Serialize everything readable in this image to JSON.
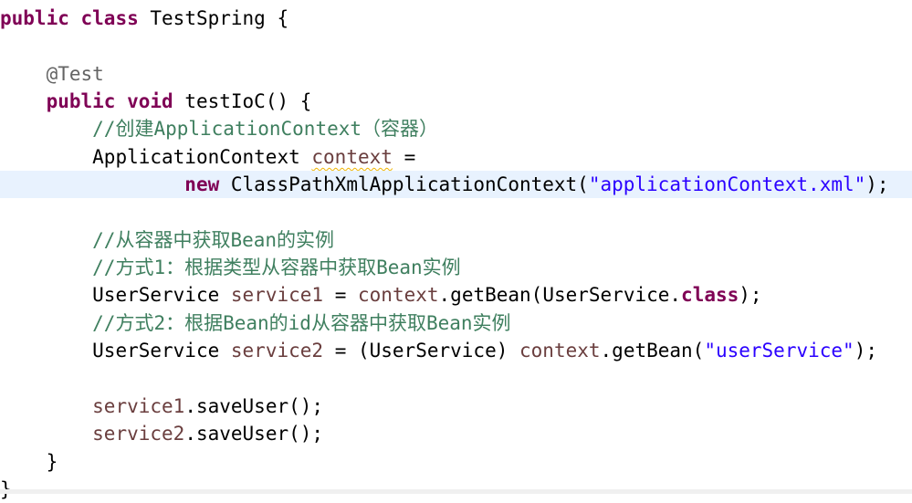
{
  "editor": {
    "language": "java",
    "highlighted_line_index": 6,
    "colors": {
      "keyword": "#7f0055",
      "annotation": "#646464",
      "comment": "#3f7f5f",
      "string": "#2a00ff",
      "local_variable": "#6a3e3e",
      "plain": "#000000",
      "current_line_bg": "#e8f2fe",
      "warning_underline": "#f0b400"
    },
    "lines": [
      {
        "kw1": "public",
        "kw2": "class",
        "name": "TestSpring",
        "brace": "{"
      },
      {},
      {
        "text": "@Test"
      },
      {
        "kw1": "public",
        "kw2": "void",
        "name": "testIoC()",
        "brace": "{"
      },
      {
        "text": "//创建ApplicationContext（容器）"
      },
      {
        "type": "ApplicationContext",
        "var": "context",
        "op": "="
      },
      {
        "kw": "new",
        "call": "ClassPathXmlApplicationContext(",
        "str": "\"applicationContext.xml\"",
        "end": ");"
      },
      {},
      {
        "text": "//从容器中获取Bean的实例"
      },
      {
        "text": "//方式1：根据类型从容器中获取Bean实例"
      },
      {
        "type": "UserService",
        "var": "service1",
        "op": "=",
        "obj": "context",
        "call": ".getBean(UserService.",
        "kw": "class",
        "end": ");"
      },
      {
        "text": "//方式2：根据Bean的id从容器中获取Bean实例"
      },
      {
        "type": "UserService",
        "var": "service2",
        "op": "= (UserService)",
        "obj": "context",
        "call": ".getBean(",
        "str": "\"userService\"",
        "end": ");"
      },
      {},
      {
        "var": "service1",
        "call": ".saveUser();"
      },
      {
        "var": "service2",
        "call": ".saveUser();"
      },
      {
        "brace": "}"
      },
      {
        "brace": "}"
      }
    ]
  }
}
